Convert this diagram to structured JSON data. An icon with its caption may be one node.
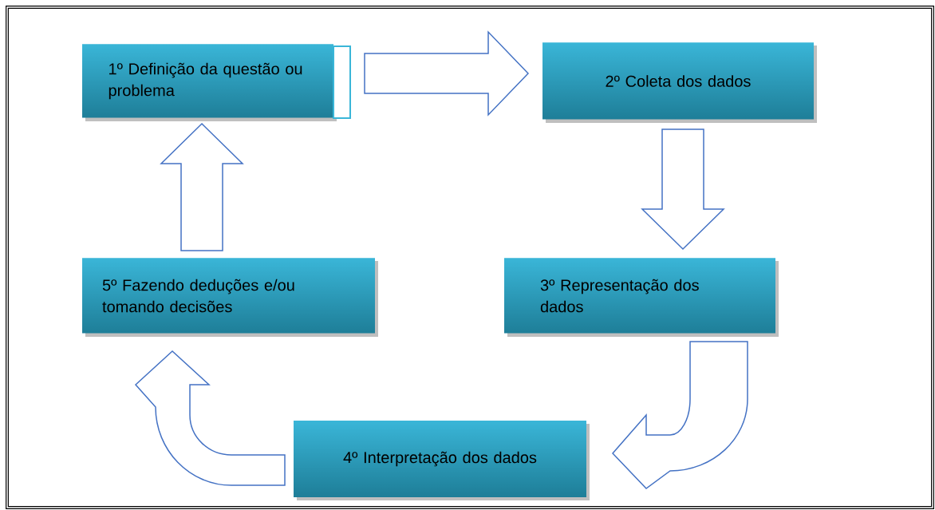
{
  "diagram": {
    "nodes": [
      {
        "text": [
          "1º Definição da questão ou problema"
        ]
      },
      {
        "text": [
          "2º Coleta dos dados"
        ]
      },
      {
        "text": [
          "3º Representação dos dados"
        ]
      },
      {
        "text": [
          "4º Interpretação dos dados"
        ]
      },
      {
        "text": [
          "5º Fazendo deduções e/ou tomando decisões"
        ]
      }
    ],
    "edges": [
      {
        "from": 0,
        "to": 1,
        "arrow": "to"
      },
      {
        "from": 1,
        "to": 2,
        "arrow": "to"
      },
      {
        "from": 2,
        "to": 3,
        "arrow": "to"
      },
      {
        "from": 3,
        "to": 4,
        "arrow": "to"
      },
      {
        "from": 4,
        "to": 0,
        "arrow": "to"
      }
    ]
  }
}
